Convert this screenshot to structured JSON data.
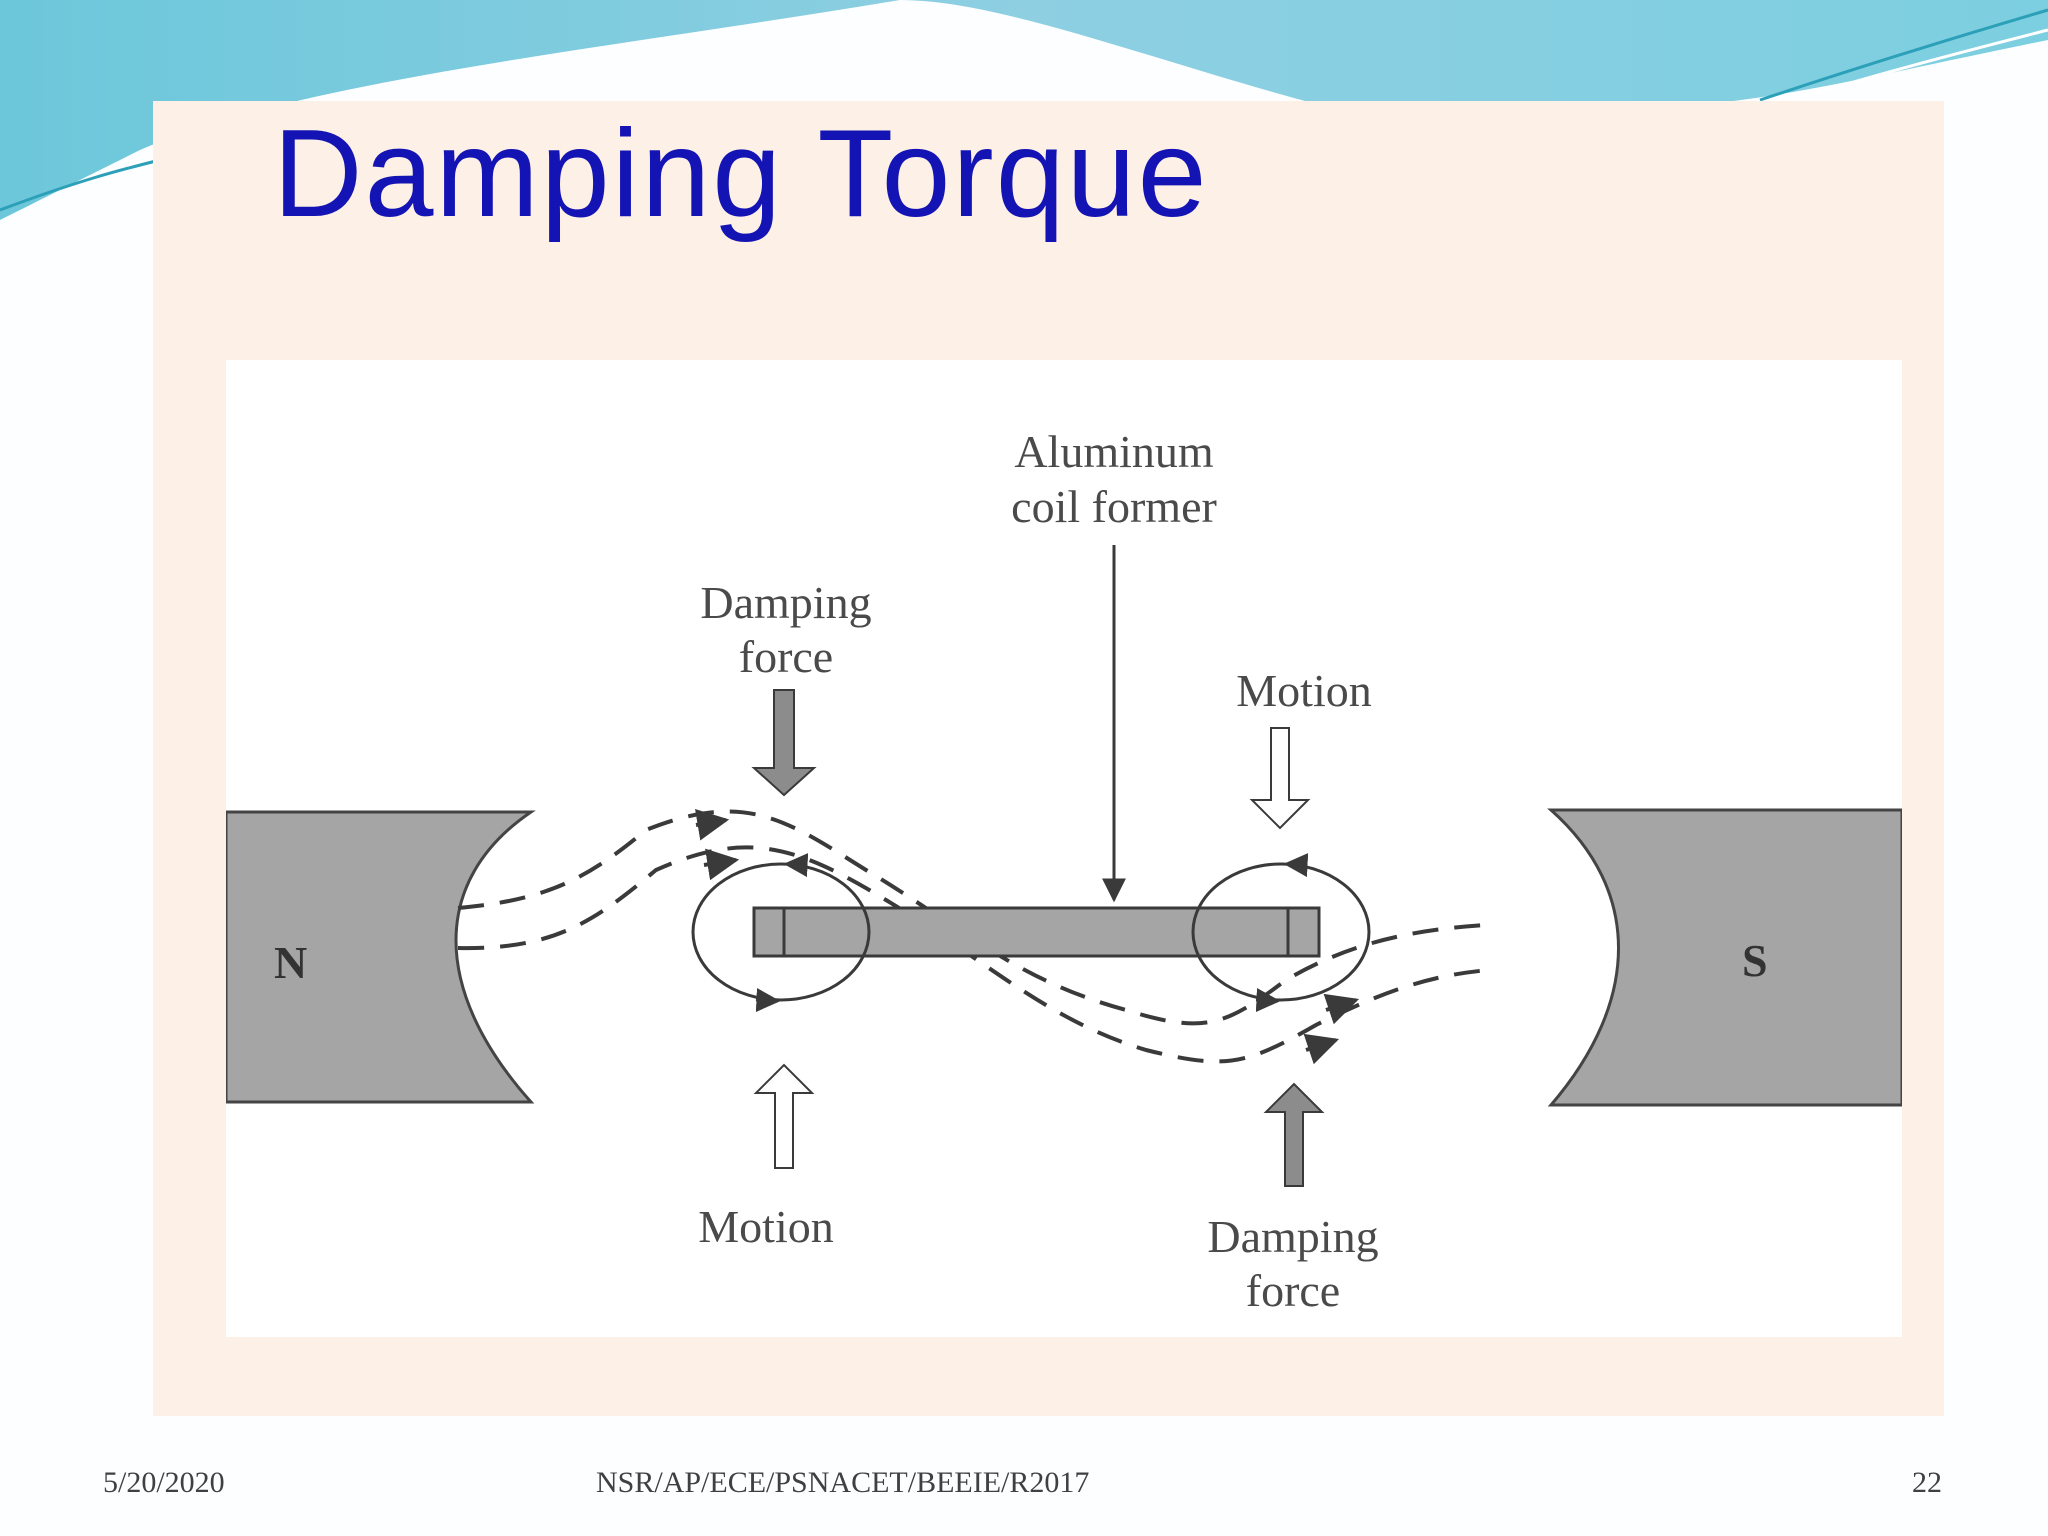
{
  "slide": {
    "title": "Damping Torque",
    "footer": {
      "date": "5/20/2020",
      "code": "NSR/AP/ECE/PSNACET/BEEIE/R2017",
      "page": "22"
    }
  },
  "diagram": {
    "labels": {
      "aluminum_line1": "Aluminum",
      "aluminum_line2": "coil former",
      "damping_force_top_line1": "Damping",
      "damping_force_top_line2": "force",
      "motion_top": "Motion",
      "motion_bottom": "Motion",
      "damping_force_bottom_line1": "Damping",
      "damping_force_bottom_line2": "force",
      "pole_n": "N",
      "pole_s": "S"
    },
    "colors": {
      "pole_fill": "#a5a5a5",
      "arrow_dark": "#8c8c8c",
      "line": "#3a3a3a",
      "title": "#1414b4",
      "panel": "#fdf0e6"
    }
  }
}
